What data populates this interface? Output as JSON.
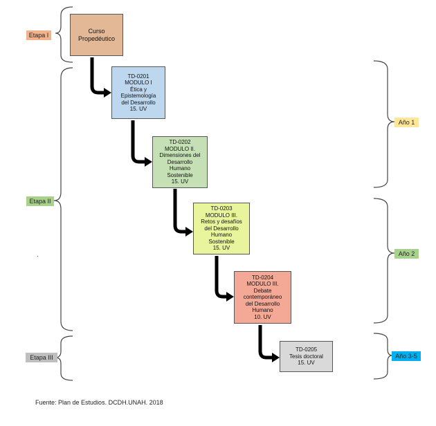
{
  "stages": [
    {
      "label": "Etapa I",
      "color": "#f2b28c"
    },
    {
      "label": "Etapa II",
      "color": "#a9d18e"
    },
    {
      "label": "Etapa III",
      "color": "#bfbfbf"
    }
  ],
  "years": [
    {
      "label": "Año 1",
      "color": "#ffe699"
    },
    {
      "label": "Año 2",
      "color": "#a9d18e"
    },
    {
      "label": "Año 3-5",
      "color": "#00b0f0"
    }
  ],
  "boxes": [
    {
      "lines": [
        "Curso",
        "Propedéutico"
      ],
      "color": "#e2b896"
    },
    {
      "lines": [
        "TD-0201",
        "MODULO I",
        "Ética y",
        "Epistemología",
        "del Desarrollo",
        "15. UV"
      ],
      "color": "#bdd7ee"
    },
    {
      "lines": [
        "TD-0202",
        "MODULO II.",
        "Dimensiones del",
        "Desarrollo",
        "Humano",
        "Sostenible",
        "15. UV"
      ],
      "color": "#c5e0b4"
    },
    {
      "lines": [
        "TD-0203",
        "MODULO III.",
        "Retos y desafíos",
        "del Desarrollo",
        "Humano",
        "Sostenible",
        "15. UV"
      ],
      "color": "#e9f59d"
    },
    {
      "lines": [
        "TD-0204",
        "MODULO III.",
        "Debate",
        "contemporáneo",
        "del Desarrollo",
        "Humano",
        "10. UV"
      ],
      "color": "#f4a896"
    },
    {
      "lines": [
        "TD-0205",
        "Tesis doctoral",
        "15. UV"
      ],
      "color": "#d9d9d9"
    }
  ],
  "source": "Fuente: Plan de Estudios. DCDH.UNAH. 2018"
}
